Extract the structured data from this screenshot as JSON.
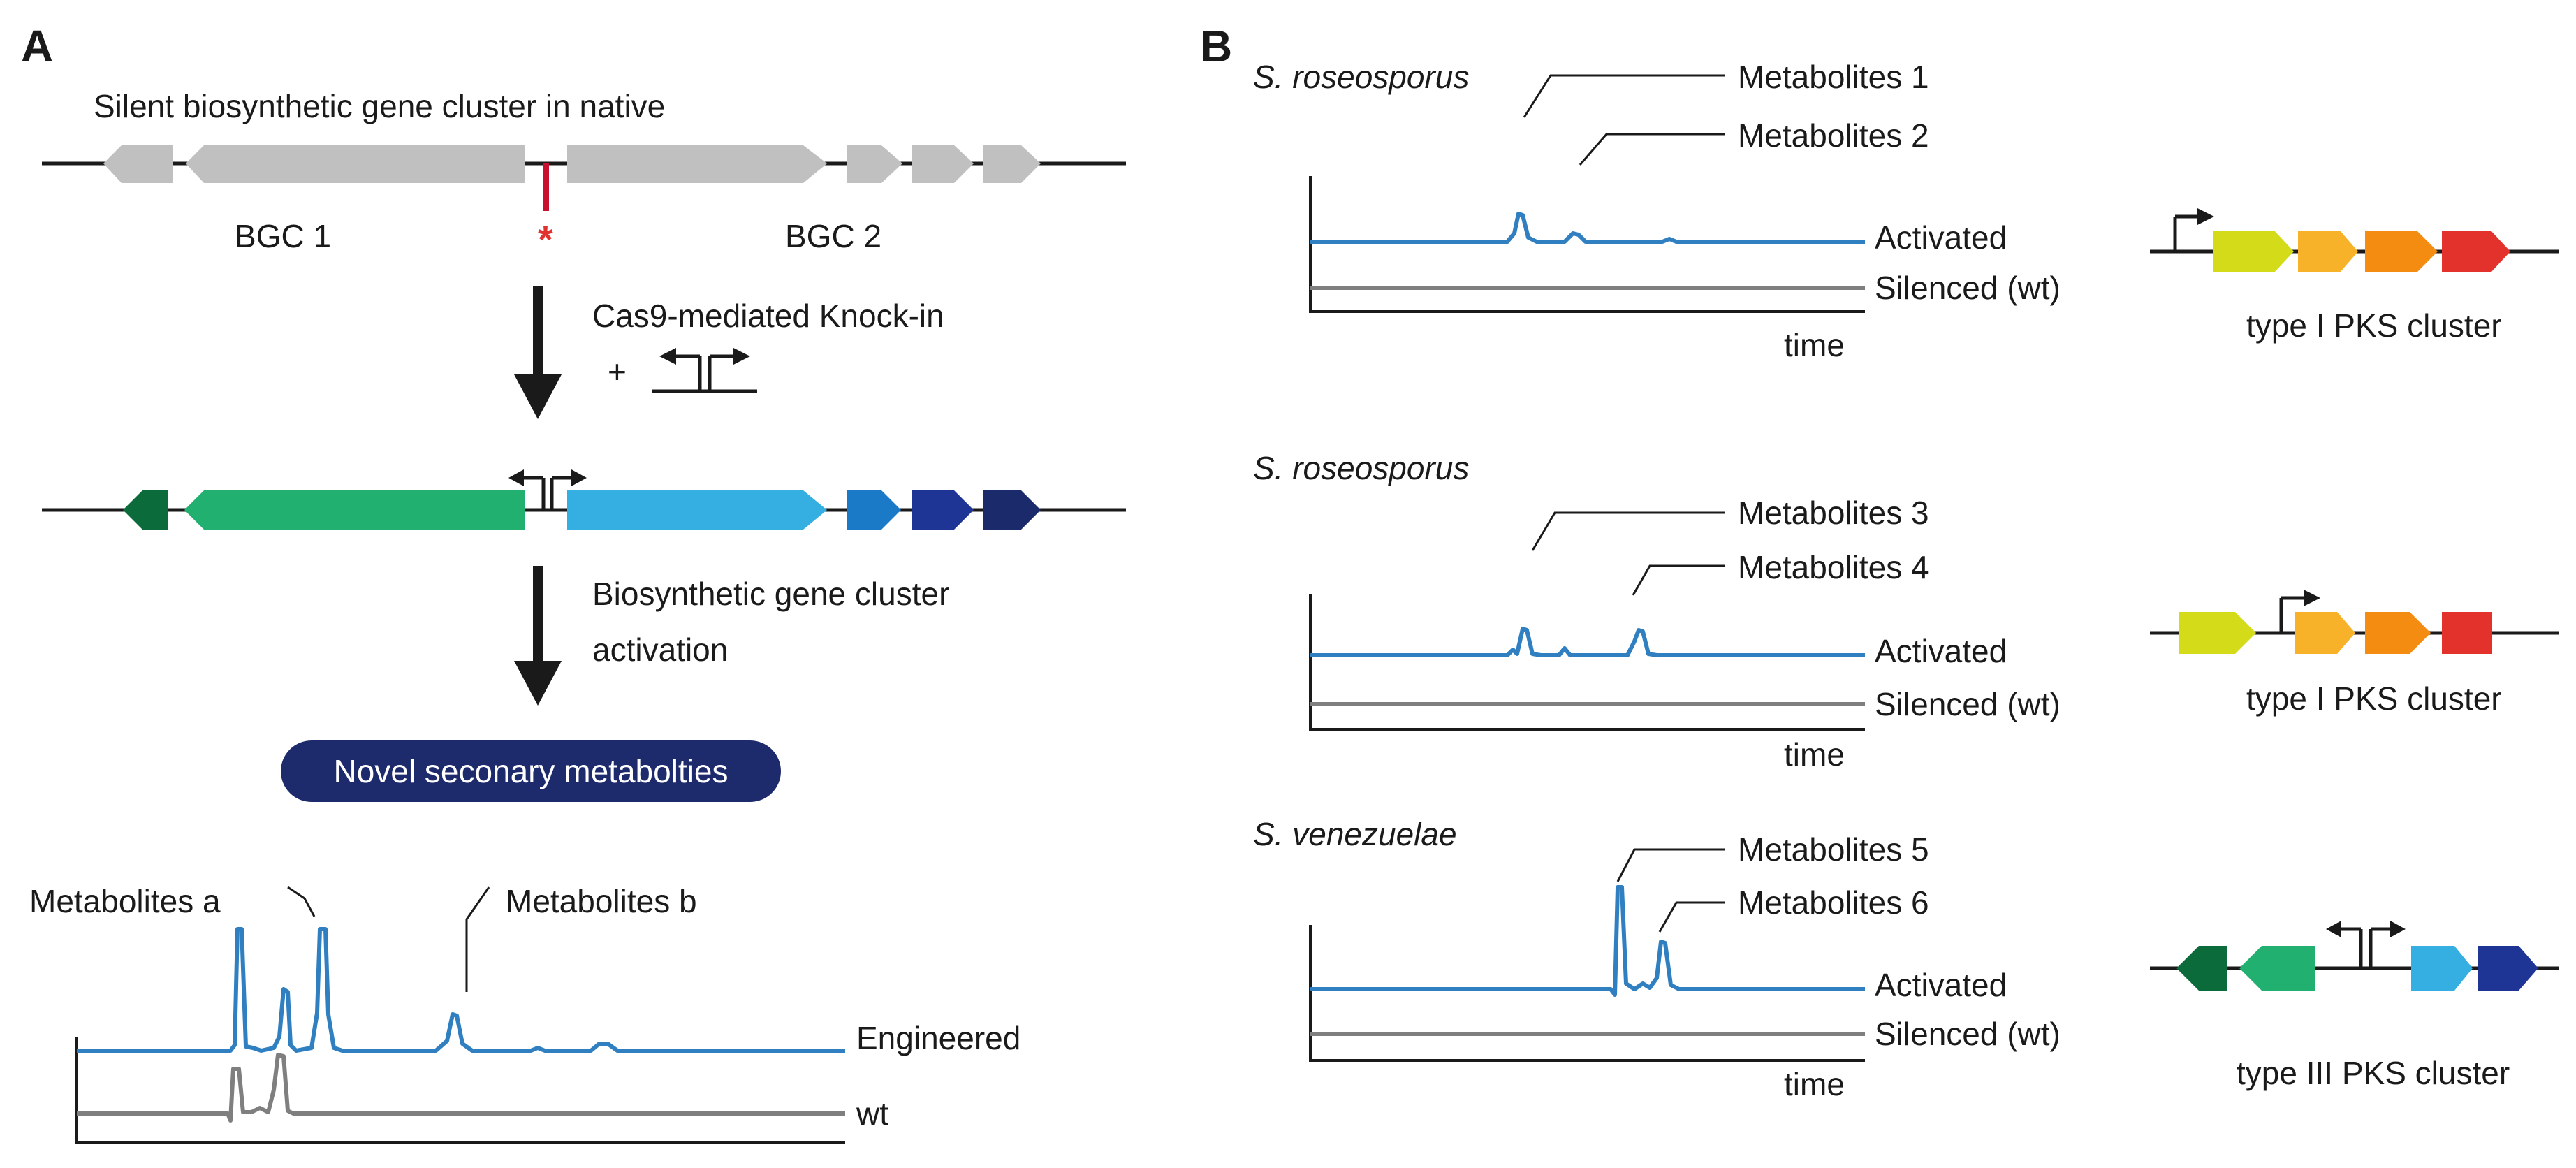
{
  "panel_a": {
    "letter": "A",
    "title": "Silent biosynthetic gene cluster in native",
    "bgc1_label": "BGC 1",
    "bgc2_label": "BGC 2",
    "insertion_mark": "*",
    "step1_label": "Cas9-mediated Knock-in",
    "plus_sign": "+",
    "step2_line1": "Biosynthetic gene cluster",
    "step2_line2": "activation",
    "pill_label": "Novel seconary metabolties",
    "metabolite_a": "Metabolites a",
    "metabolite_b": "Metabolites b",
    "trace_engineered": "Engineered",
    "trace_wt": "wt"
  },
  "panel_b": {
    "letter": "B",
    "rows": [
      {
        "species": "S. roseosporus",
        "metabolite_top": "Metabolites 1",
        "metabolite_bottom": "Metabolites 2",
        "trace_activated": "Activated",
        "trace_silenced": "Silenced (wt)",
        "x_axis": "time",
        "cluster_label": "type I PKS cluster"
      },
      {
        "species": "S. roseosporus",
        "metabolite_top": "Metabolites 3",
        "metabolite_bottom": "Metabolites 4",
        "trace_activated": "Activated",
        "trace_silenced": "Silenced (wt)",
        "x_axis": "time",
        "cluster_label": "type I PKS cluster"
      },
      {
        "species": "S. venezuelae",
        "metabolite_top": "Metabolites 5",
        "metabolite_bottom": "Metabolites 6",
        "trace_activated": "Activated",
        "trace_silenced": "Silenced (wt)",
        "x_axis": "time",
        "cluster_label": "type III PKS cluster"
      }
    ]
  },
  "colors": {
    "gene_gray": "#c0c0c0",
    "trace_blue": "#2f7fc1",
    "trace_gray": "#7f7f7f",
    "pill_navy": "#1d2a6b",
    "insertion_red": "#c8102e",
    "green_dark": "#0b6b3a",
    "green": "#22b070",
    "light_blue": "#35aee2",
    "mid_blue": "#1a7ac8",
    "navy": "#1f3595",
    "dark_navy": "#1b2a6b",
    "yellow": "#d4dc1a",
    "orange_light": "#f7b22a",
    "orange": "#f38c10",
    "red": "#e2322b"
  }
}
